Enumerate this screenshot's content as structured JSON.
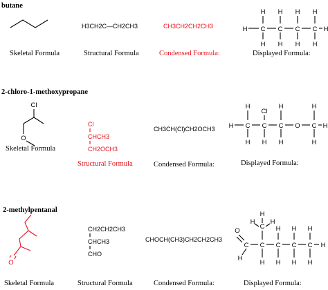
{
  "colors": {
    "highlight": "#e8101b",
    "text": "#000000",
    "background": "#ffffff"
  },
  "sections": {
    "butane": {
      "name": "butane",
      "structural_formula": "H3CH2C—CH2CH3",
      "condensed_formula": "CH3CH2CH2CH3",
      "captions": {
        "skeletal": "Skeletal Formula",
        "structural": "Structural Formula",
        "condensed": "Condensed Formula:",
        "displayed": "Displayed Formula:"
      },
      "highlighted": "condensed"
    },
    "chloromethoxypropane": {
      "name": "2-chloro-1-methoxypropane",
      "skeletal_labels": {
        "cl": "Cl",
        "o": "O"
      },
      "structural_lines": {
        "top": "Cl",
        "mid": "CHCH3",
        "bottom": "CH2OCH3"
      },
      "condensed_formula": "CH3CH(Cl)CH2OCH3",
      "displayed_labels": {
        "cl": "Cl",
        "o": "O"
      },
      "captions": {
        "skeletal": "Skeletal Formula",
        "structural": "Structural Formula",
        "condensed": "Condensed Formula:",
        "displayed": "Displayed Formula:"
      },
      "highlighted": "structural"
    },
    "methylpentanal": {
      "name": "2-methylpentanal",
      "skeletal_labels": {
        "o": "O"
      },
      "structural_lines": {
        "top": "CH2CH2CH3",
        "mid": "CHCH3",
        "bottom": "CHO"
      },
      "condensed_formula": "CHOCH(CH3)CH2CH2CH3",
      "displayed_labels": {
        "o": "O"
      },
      "captions": {
        "skeletal": "Skeletal Formula",
        "structural": "Structural Formula",
        "condensed": "Condensed Formula:",
        "displayed": "Displayed Formula:"
      },
      "highlighted": "skeletal"
    }
  }
}
